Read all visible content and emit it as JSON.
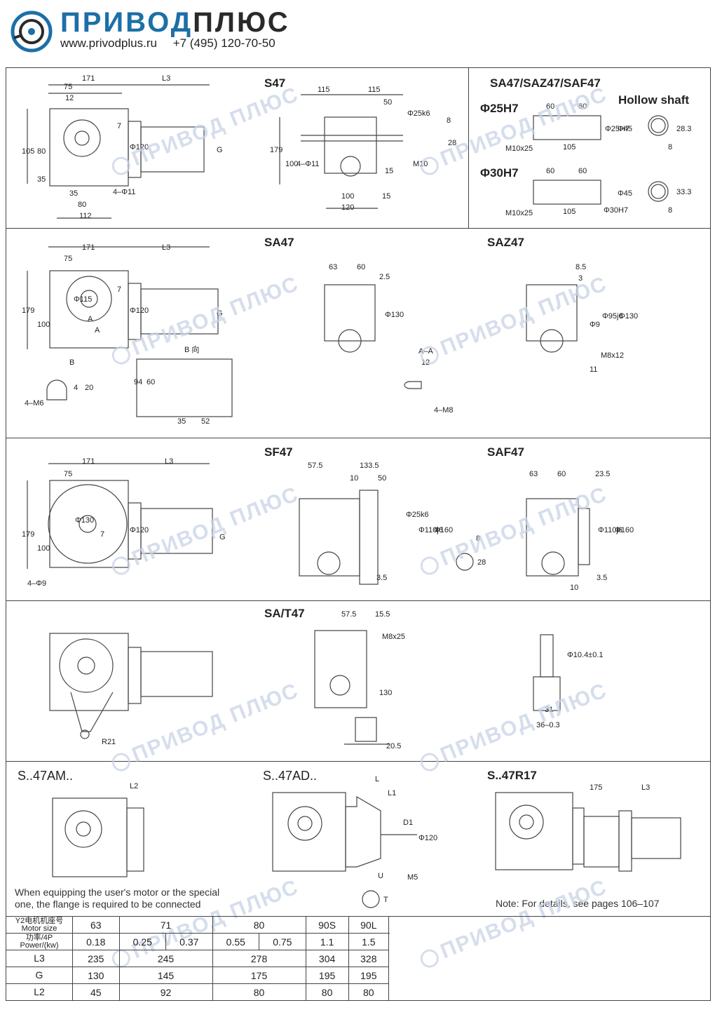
{
  "header": {
    "brand_main": "ПРИВОД",
    "brand_plus": "ПЛЮС",
    "website": "www.privodplus.ru",
    "phone": "+7 (495) 120-70-50"
  },
  "watermark": "ПРИВОД ПЛЮС",
  "sections": {
    "s47": {
      "title": "S47"
    },
    "hollow": {
      "title": "SA47/SAZ47/SAF47",
      "subtitle": "Hollow shaft",
      "d1": "Φ25H7",
      "d2": "Φ30H7"
    },
    "sa47": {
      "title": "SA47"
    },
    "saz47": {
      "title": "SAZ47"
    },
    "sf47": {
      "title": "SF47"
    },
    "saf47": {
      "title": "SAF47"
    },
    "sat47": {
      "title": "SA/T47"
    },
    "am": {
      "title": "S..47AM.."
    },
    "ad": {
      "title": "S..47AD.."
    },
    "r17": {
      "title": "S..47R17"
    }
  },
  "notes": {
    "flange": "When equipping the user's motor or the special one, the flange is required to be connected",
    "pages": "Note: For details, see pages 106–107"
  },
  "dims": {
    "s47_side": [
      "171",
      "75",
      "12",
      "L3",
      "105",
      "80",
      "35",
      "Φ120",
      "G",
      "7",
      "35",
      "80",
      "112",
      "4–Φ11"
    ],
    "s47_front": [
      "115",
      "115",
      "50",
      "Φ25k6",
      "8",
      "28",
      "179",
      "100",
      "4–Φ11",
      "15",
      "100",
      "120",
      "15",
      "M10"
    ],
    "hollow_a": [
      "60",
      "60",
      "Φ45",
      "Φ25H7",
      "M10x25",
      "105",
      "28.3",
      "8"
    ],
    "hollow_b": [
      "60",
      "60",
      "Φ45",
      "Φ30H7",
      "M10x25",
      "105",
      "33.3",
      "8"
    ],
    "sa47_side": [
      "171",
      "75",
      "L3",
      "179",
      "100",
      "Φ115",
      "Φ120",
      "G",
      "7",
      "A",
      "A",
      "B",
      "4–M6",
      "20",
      "4"
    ],
    "sa47_b": [
      "B 向",
      "94",
      "60",
      "35",
      "52"
    ],
    "sa47_front": [
      "63",
      "60",
      "2.5",
      "Φ130"
    ],
    "aa": [
      "A–A",
      "12",
      "4–M8"
    ],
    "saz47": [
      "8.5",
      "3",
      "Φ9",
      "Φ95j6",
      "Φ130",
      "M8x12",
      "11"
    ],
    "sf47_side": [
      "171",
      "75",
      "L3",
      "179",
      "100",
      "Φ130",
      "Φ120",
      "G",
      "7",
      "4–Φ9"
    ],
    "sf47_front": [
      "57.5",
      "133.5",
      "10",
      "50",
      "Φ25k6",
      "Φ110j6",
      "Φ160",
      "3.5",
      "8",
      "28"
    ],
    "saf47": [
      "63",
      "60",
      "23.5",
      "Φ110j6",
      "Φ160",
      "10",
      "3.5"
    ],
    "sat47_side": [
      "R21"
    ],
    "sat47_front": [
      "57.5",
      "15.5",
      "M8x25",
      "130",
      "20.5"
    ],
    "sat47_detail": [
      "Φ10.4±0.1",
      "31",
      "36–0.3"
    ],
    "am": [
      "L2"
    ],
    "ad": [
      "L",
      "L1",
      "D1",
      "Φ120",
      "M5",
      "U",
      "T"
    ],
    "r17": [
      "175",
      "L3"
    ]
  },
  "table": {
    "rows": [
      {
        "label": "Y2电机机座号 Motor size",
        "cells": [
          "63",
          "71",
          "80",
          "90S",
          "90L"
        ]
      },
      {
        "label": "功率/4P Power/(kw)",
        "cells": [
          "0.18",
          "0.25",
          "0.37",
          "0.55",
          "0.75",
          "1.1",
          "1.5"
        ]
      },
      {
        "label": "L3",
        "cells": [
          "235",
          "245",
          "278",
          "304",
          "328"
        ]
      },
      {
        "label": "G",
        "cells": [
          "130",
          "145",
          "175",
          "195",
          "195"
        ]
      },
      {
        "label": "L2",
        "cells": [
          "45",
          "92",
          "80",
          "80",
          "80"
        ]
      }
    ]
  },
  "colors": {
    "brand": "#1d6fa8",
    "line": "#444444",
    "watermark": "#c9d3e6"
  }
}
